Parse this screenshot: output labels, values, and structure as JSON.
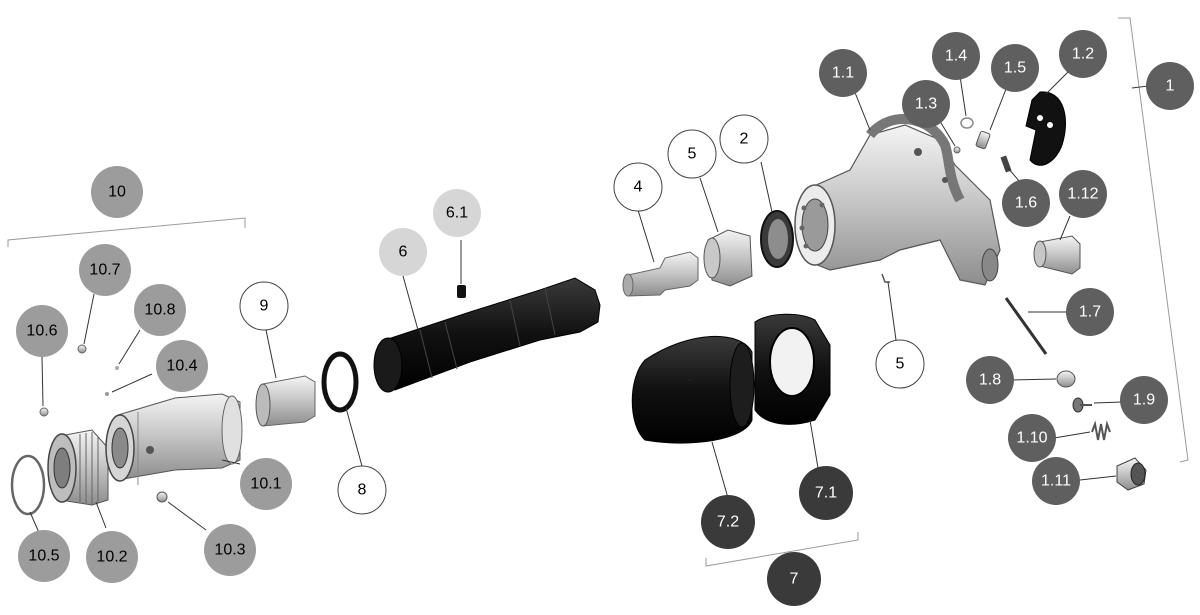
{
  "callouts": {
    "c1": "1",
    "c1_1": "1.1",
    "c1_2": "1.2",
    "c1_3": "1.3",
    "c1_4": "1.4",
    "c1_5": "1.5",
    "c1_6": "1.6",
    "c1_7": "1.7",
    "c1_8": "1.8",
    "c1_9": "1.9",
    "c1_10": "1.10",
    "c1_11": "1.11",
    "c1_12": "1.12",
    "c2": "2",
    "c4": "4",
    "c5a": "5",
    "c5b": "5",
    "c6": "6",
    "c6_1": "6.1",
    "c7": "7",
    "c7_1": "7.1",
    "c7_2": "7.2",
    "c8": "8",
    "c9": "9",
    "c10": "10",
    "c10_1": "10.1",
    "c10_2": "10.2",
    "c10_3": "10.3",
    "c10_4": "10.4",
    "c10_5": "10.5",
    "c10_6": "10.6",
    "c10_7": "10.7",
    "c10_8": "10.8"
  },
  "colors": {
    "group1_fill": "#5f5f5f",
    "group10_fill": "#9c9c9c",
    "group7_fill": "#3a3a3a",
    "part6_fill": "#d6d6d6",
    "white_fill": "#ffffff",
    "outline": "#444444"
  }
}
